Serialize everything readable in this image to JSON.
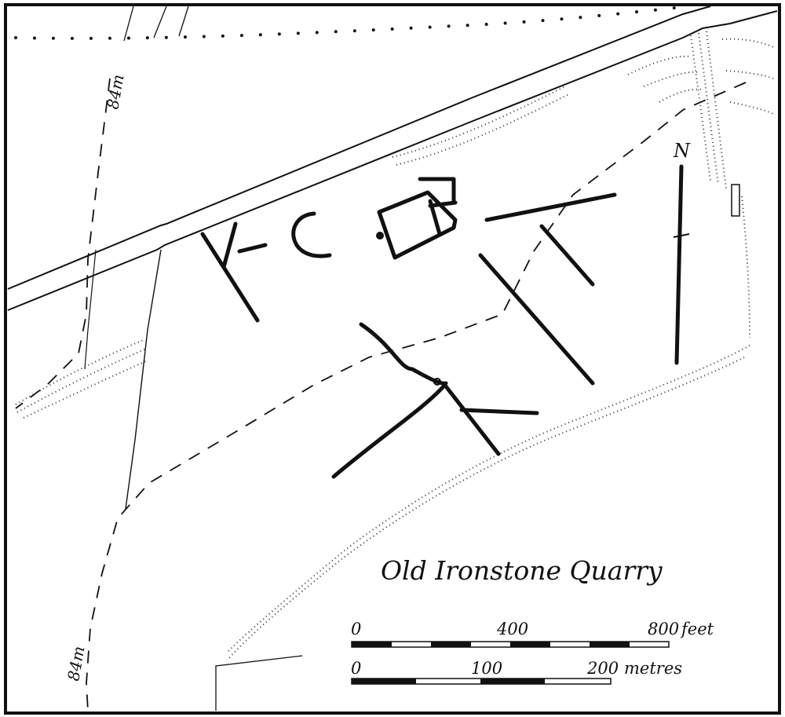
{
  "map": {
    "title": "Old Ironstone Quarry",
    "north_label": "N",
    "contour_labels": [
      "84m",
      "84m"
    ],
    "scale_feet": {
      "ticks": [
        "0",
        "400",
        "800"
      ],
      "unit": "feet"
    },
    "scale_metres": {
      "ticks": [
        "0",
        "100",
        "200"
      ],
      "unit": "metres"
    },
    "colors": {
      "ink": "#111111",
      "paper": "#ffffff"
    }
  }
}
